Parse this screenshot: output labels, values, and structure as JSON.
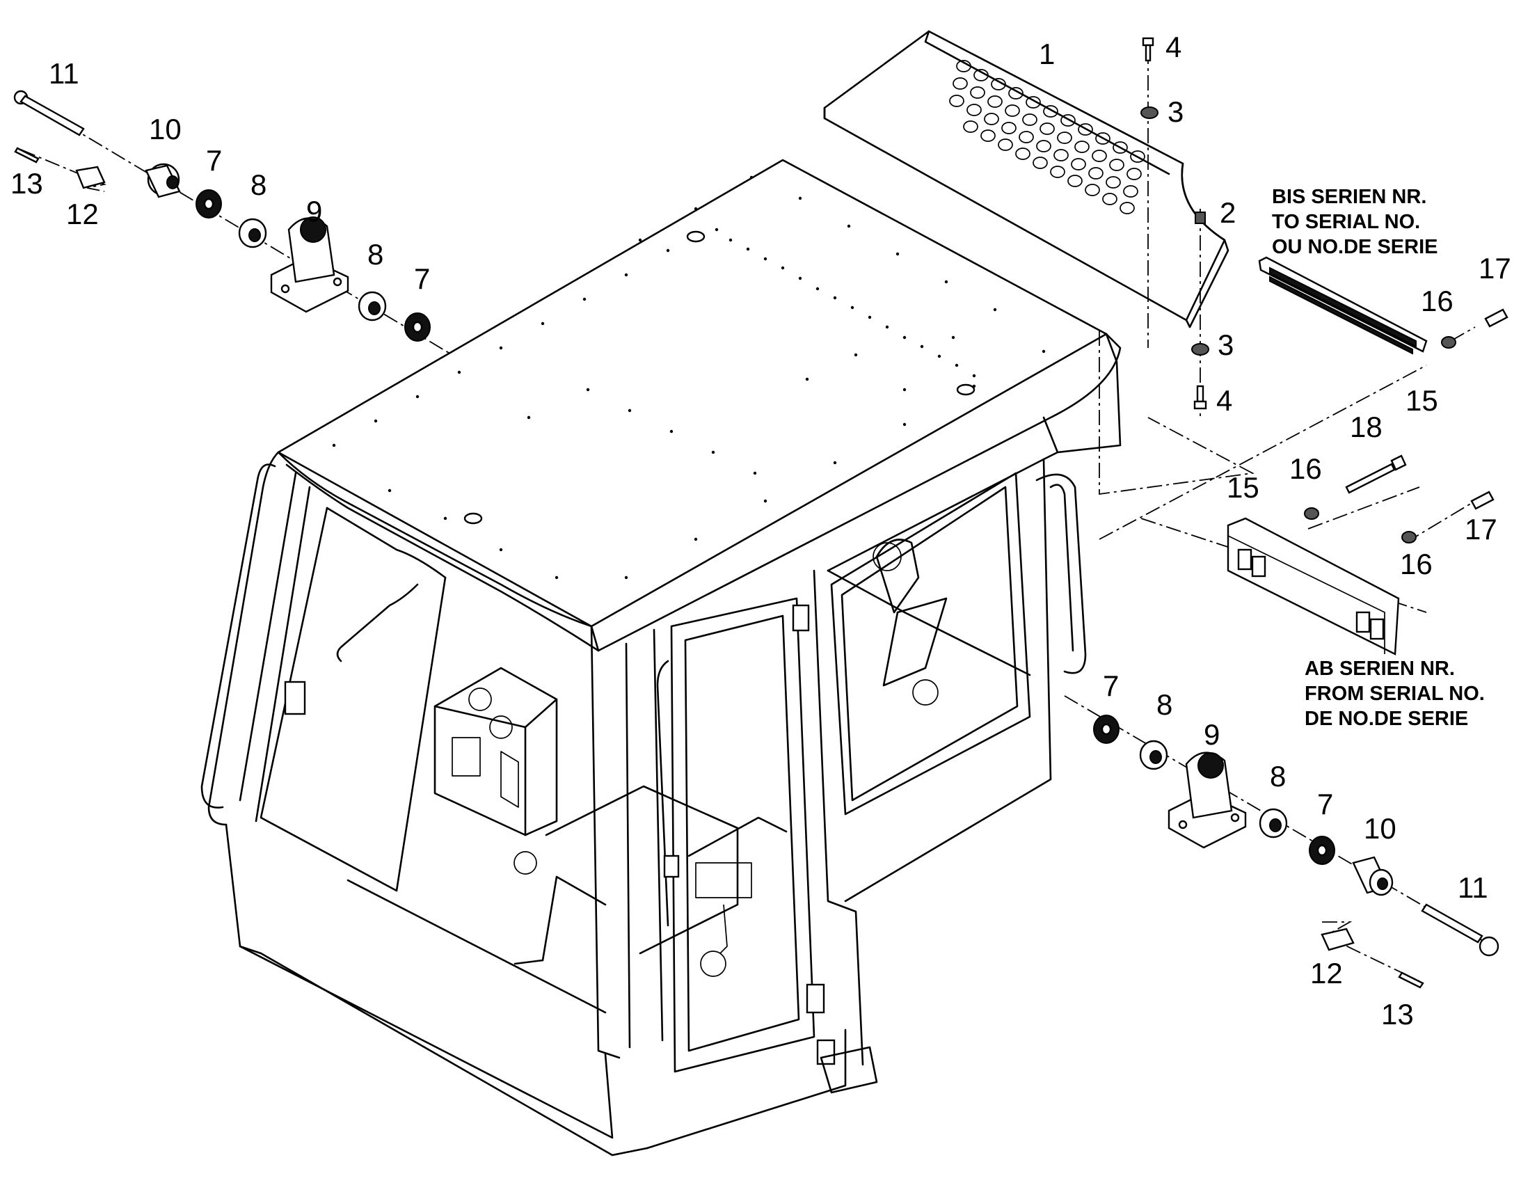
{
  "callouts": [
    {
      "n": "1",
      "at": "top-grille-cover"
    },
    {
      "n": "2",
      "at": "right-nut-upper"
    },
    {
      "n": "3",
      "at": "upper-washer"
    },
    {
      "n": "3",
      "at": "lower-washer"
    },
    {
      "n": "4",
      "at": "upper-screw"
    },
    {
      "n": "4",
      "at": "lower-screw"
    },
    {
      "n": "7",
      "at": "left-washer-a"
    },
    {
      "n": "7",
      "at": "left-washer-b"
    },
    {
      "n": "7",
      "at": "right-washer-a"
    },
    {
      "n": "7",
      "at": "right-washer-b"
    },
    {
      "n": "8",
      "at": "left-bushing-a"
    },
    {
      "n": "8",
      "at": "left-bushing-b"
    },
    {
      "n": "8",
      "at": "right-bushing-a"
    },
    {
      "n": "8",
      "at": "right-bushing-b"
    },
    {
      "n": "9",
      "at": "left-mount"
    },
    {
      "n": "9",
      "at": "right-mount"
    },
    {
      "n": "10",
      "at": "left-cap"
    },
    {
      "n": "10",
      "at": "right-cap"
    },
    {
      "n": "11",
      "at": "left-bolt"
    },
    {
      "n": "11",
      "at": "right-bolt"
    },
    {
      "n": "12",
      "at": "left-clamp"
    },
    {
      "n": "12",
      "at": "right-clamp"
    },
    {
      "n": "13",
      "at": "left-small-screw"
    },
    {
      "n": "13",
      "at": "right-small-screw"
    },
    {
      "n": "15",
      "at": "flat-panel"
    },
    {
      "n": "15",
      "at": "box-panel"
    },
    {
      "n": "16",
      "at": "panel-washer-top"
    },
    {
      "n": "16",
      "at": "panel-washer-mid"
    },
    {
      "n": "16",
      "at": "panel-washer-low"
    },
    {
      "n": "17",
      "at": "panel-screw-top"
    },
    {
      "n": "17",
      "at": "panel-screw-low"
    },
    {
      "n": "18",
      "at": "long-screw"
    }
  ],
  "notes": {
    "before_serial": [
      "BIS SERIEN NR.",
      "TO SERIAL NO.",
      "OU NO.DE SERIE"
    ],
    "from_serial": [
      "AB SERIEN NR.",
      "FROM SERIAL NO.",
      "DE NO.DE SERIE"
    ]
  }
}
